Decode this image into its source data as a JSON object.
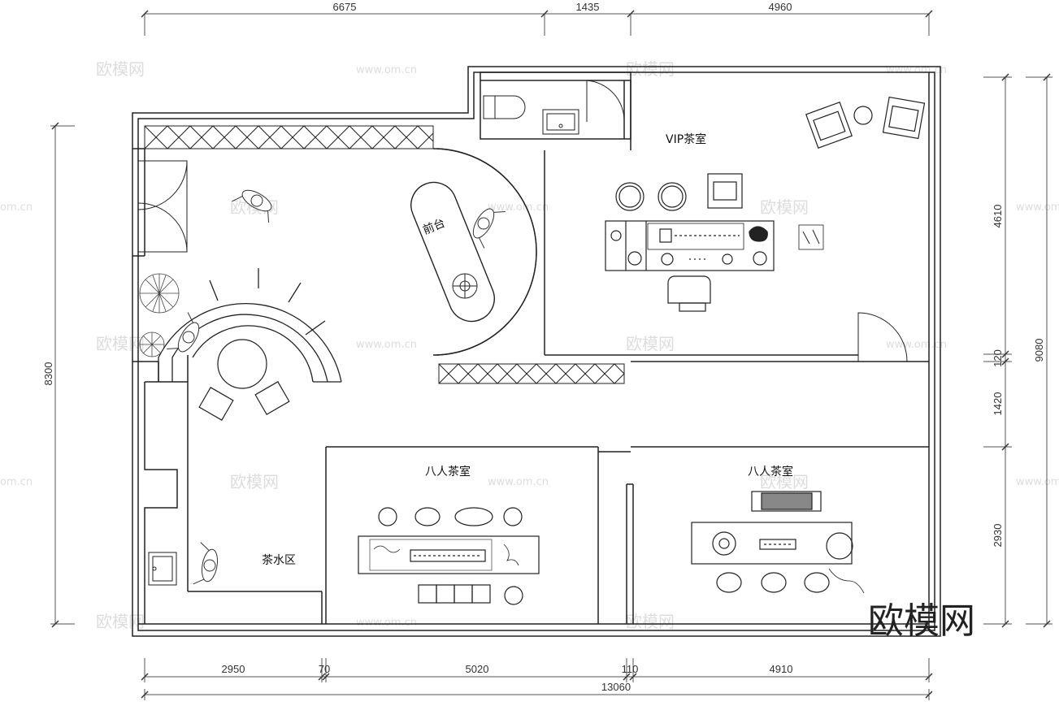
{
  "dimensions": {
    "top": [
      "6675",
      "1435",
      "4960"
    ],
    "bottom": [
      "2950",
      "70",
      "5020",
      "110",
      "4910"
    ],
    "bottom_total": "13060",
    "left": "8300",
    "right": [
      "4610",
      "120",
      "1420",
      "2930"
    ],
    "right_total": "9080"
  },
  "rooms": {
    "vip": "VIP茶室",
    "reception": "前台",
    "eight_left": "八人茶室",
    "eight_right": "八人茶室",
    "tea_water": "茶水区"
  },
  "watermark": {
    "brand": "欧模网",
    "url": "www.om.cn",
    "url_partial": "om.cn"
  },
  "logo": "欧模网",
  "colors": {
    "line": "#222222",
    "dim": "#555555",
    "watermark": "#dddddd",
    "table_fill": "#888888"
  }
}
